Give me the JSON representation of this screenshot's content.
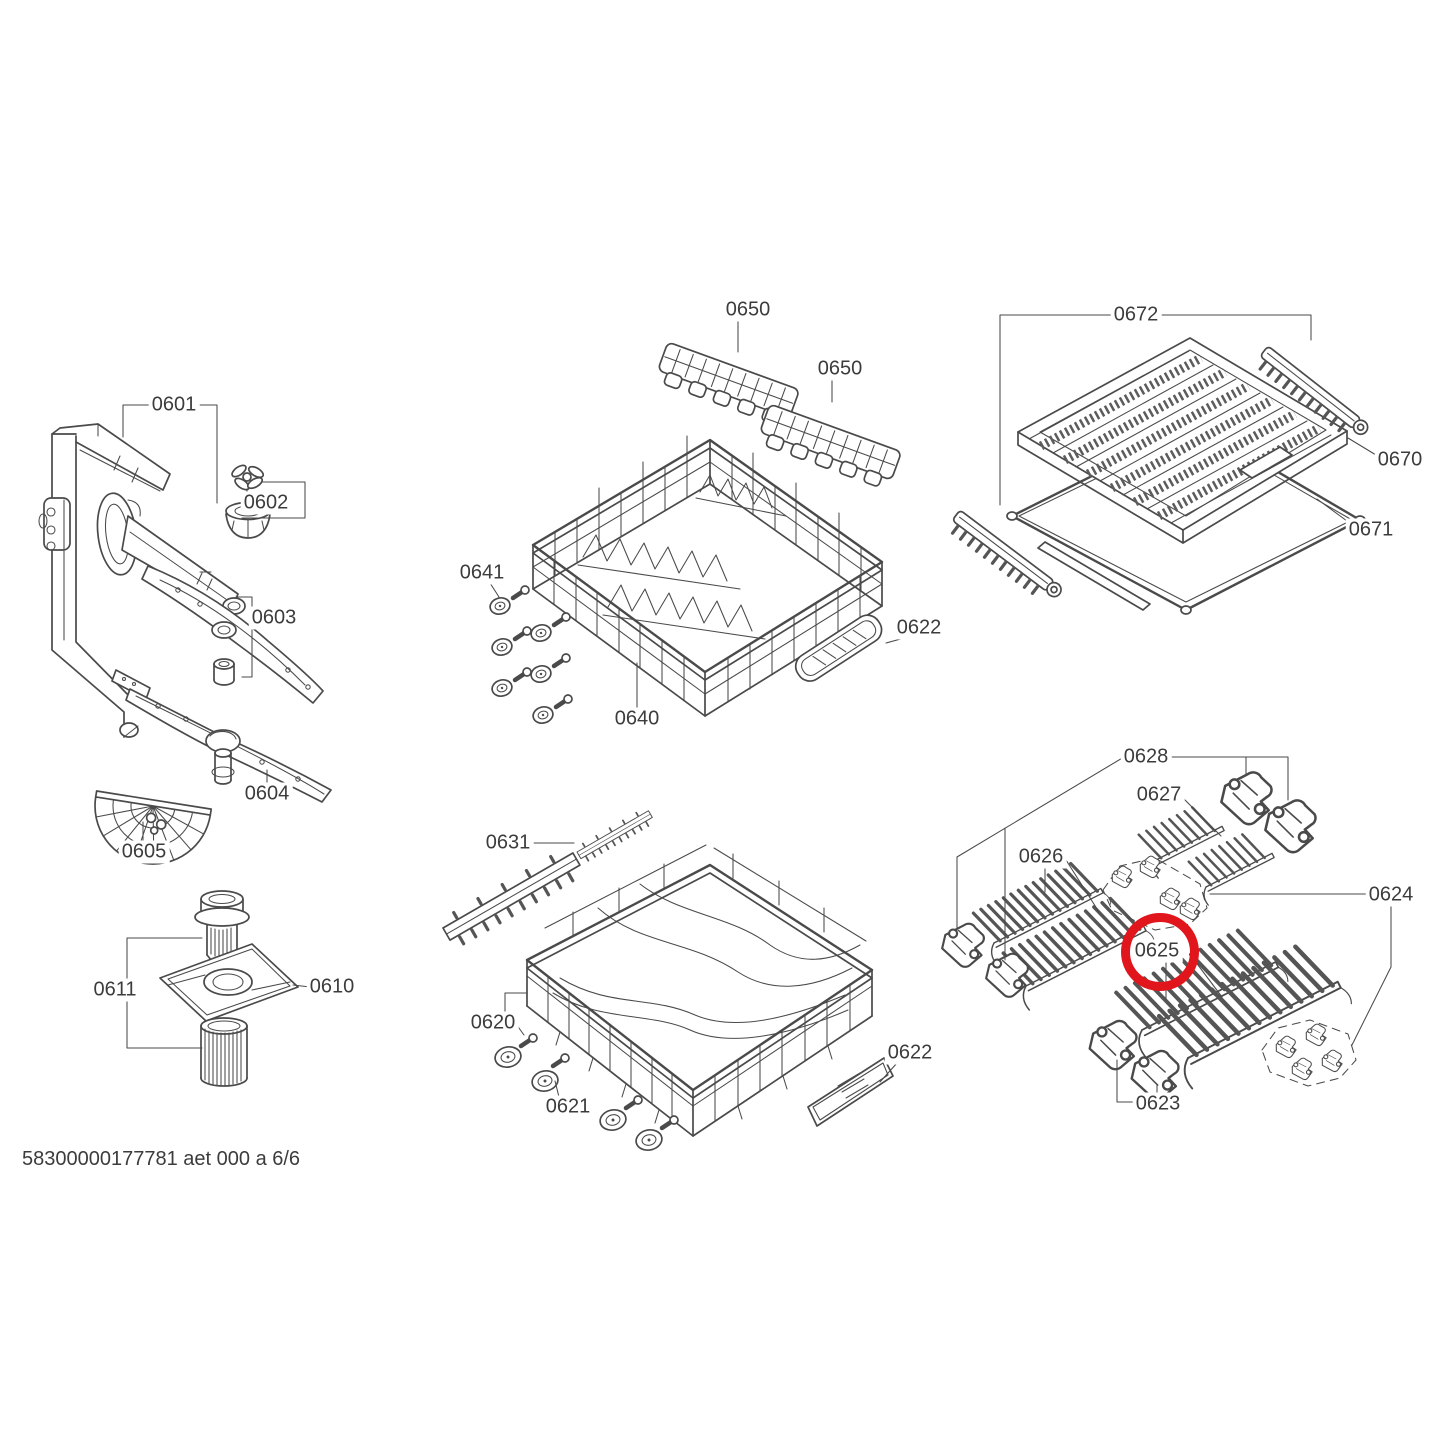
{
  "diagram": {
    "doc_id": "58300000177781 aet 000 a 6/6",
    "page_indicator": "6/6",
    "highlight": {
      "part": "0625",
      "color": "#e1161d"
    },
    "labels": {
      "p0601": "0601",
      "p0602": "0602",
      "p0603": "0603",
      "p0604": "0604",
      "p0605": "0605",
      "p0610": "0610",
      "p0611": "0611",
      "p0620": "0620",
      "p0621": "0621",
      "p0622_upper": "0622",
      "p0622_lower": "0622",
      "p0623": "0623",
      "p0624": "0624",
      "p0625": "0625",
      "p0626": "0626",
      "p0627": "0627",
      "p0628": "0628",
      "p0631": "0631",
      "p0640": "0640",
      "p0641": "0641",
      "p0650_left": "0650",
      "p0650_right": "0650",
      "p0670": "0670",
      "p0671": "0671",
      "p0672": "0672"
    }
  }
}
